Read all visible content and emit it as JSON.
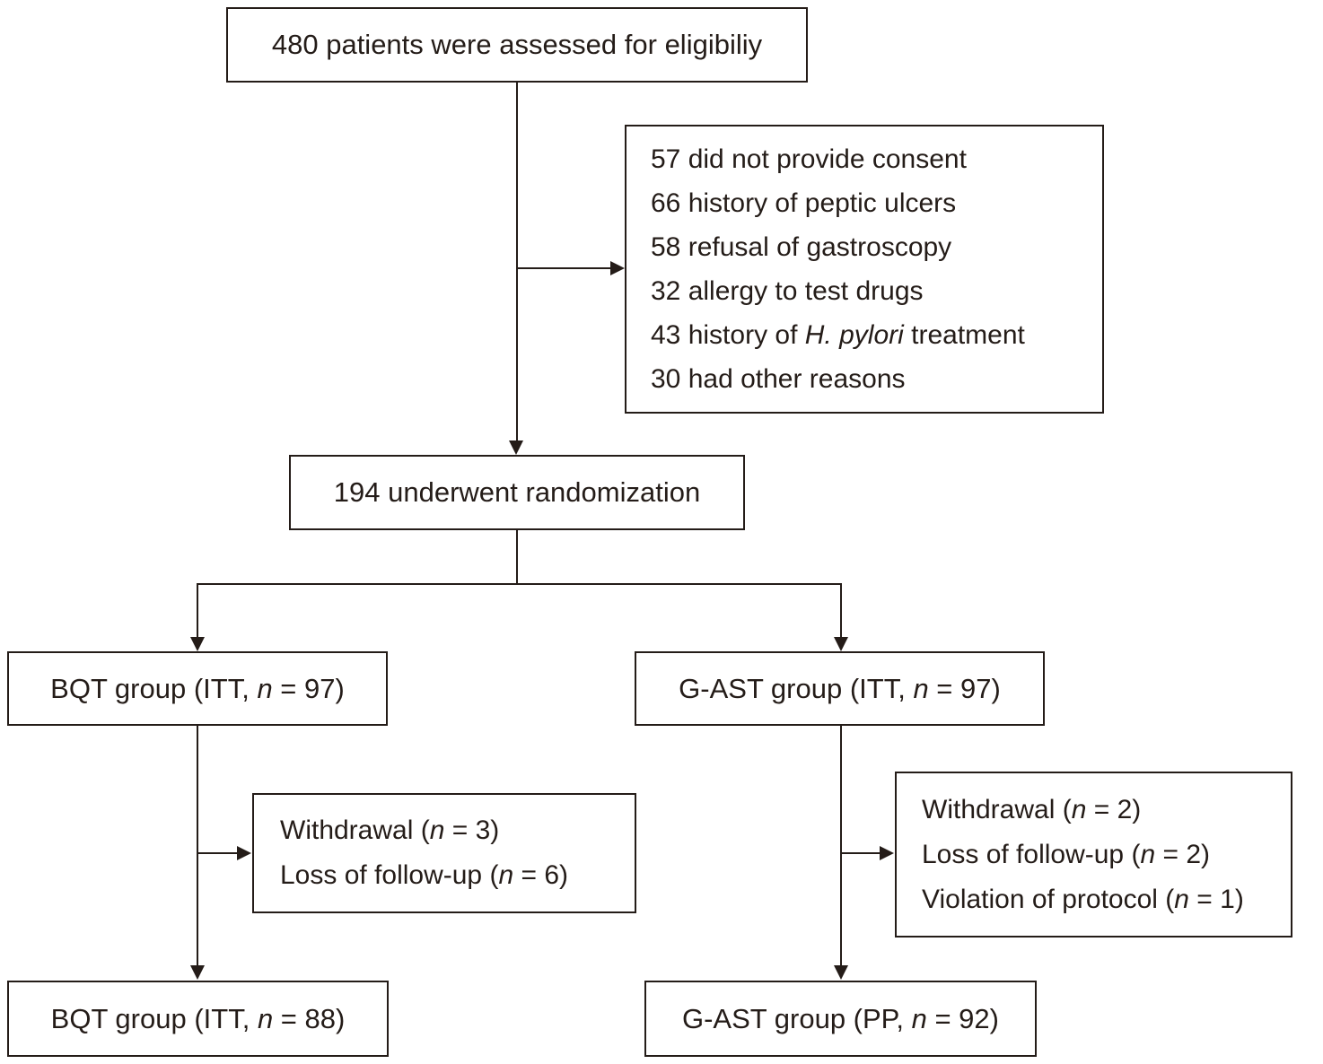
{
  "colors": {
    "ink": "#241c18",
    "background": "#ffffff"
  },
  "flowchart": {
    "eligibility_box": {
      "text": "480 patients were assessed for eligibiliy"
    },
    "exclusion_box": {
      "lines": [
        {
          "prefix": "57 did not provide consent",
          "italic": "",
          "suffix": ""
        },
        {
          "prefix": "66 history of peptic ulcers",
          "italic": "",
          "suffix": ""
        },
        {
          "prefix": "58 refusal of gastroscopy",
          "italic": "",
          "suffix": ""
        },
        {
          "prefix": "32 allergy to test drugs",
          "italic": "",
          "suffix": ""
        },
        {
          "prefix": "43 history of ",
          "italic": "H. pylori",
          "suffix": " treatment"
        },
        {
          "prefix": "30 had other reasons",
          "italic": "",
          "suffix": ""
        }
      ]
    },
    "randomization_box": {
      "text": "194 underwent randomization"
    },
    "bqt_itt_box": {
      "prefix": "BQT group (ITT, ",
      "italic": "n",
      "suffix": " = 97)"
    },
    "gast_itt_box": {
      "prefix": "G-AST group (ITT, ",
      "italic": "n",
      "suffix": " = 97)"
    },
    "bqt_dropout_box": {
      "lines": [
        {
          "prefix": "Withdrawal (",
          "italic": "n",
          "suffix": " = 3)"
        },
        {
          "prefix": "Loss of follow-up (",
          "italic": "n",
          "suffix": " = 6)"
        }
      ]
    },
    "gast_dropout_box": {
      "lines": [
        {
          "prefix": "Withdrawal (",
          "italic": "n",
          "suffix": " = 2)"
        },
        {
          "prefix": "Loss of follow-up (",
          "italic": "n",
          "suffix": " = 2)"
        },
        {
          "prefix": "Violation of protocol (",
          "italic": "n",
          "suffix": " = 1)"
        }
      ]
    },
    "bqt_final_box": {
      "prefix": "BQT group (ITT, ",
      "italic": "n",
      "suffix": " = 88)"
    },
    "gast_final_box": {
      "prefix": "G-AST group (PP, ",
      "italic": "n",
      "suffix": " = 92)"
    }
  }
}
